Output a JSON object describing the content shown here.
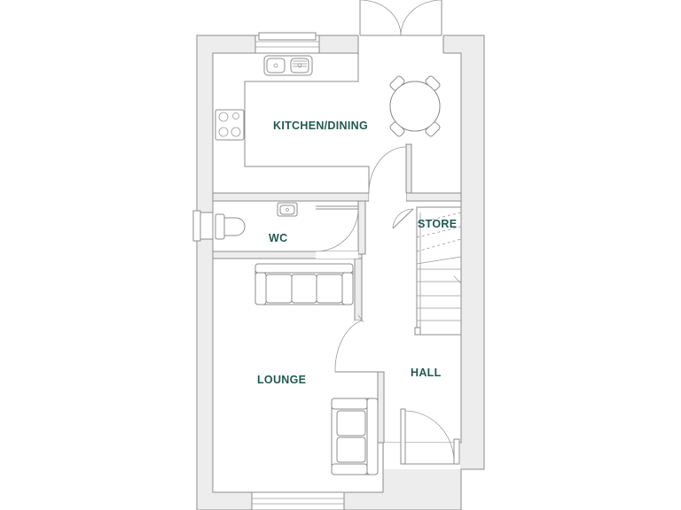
{
  "rooms": {
    "kitchen_dining": "KITCHEN/DINING",
    "wc": "WC",
    "store": "STORE",
    "lounge": "LOUNGE",
    "hall": "HALL"
  },
  "colors": {
    "label": "#1f5a4f",
    "wall_fill": "#ededed",
    "line": "#8c8c8c"
  },
  "icons": [
    "sink-icon",
    "hob-icon",
    "dining-table-icon",
    "toilet-icon",
    "basin-icon",
    "sofa-icon",
    "armchair-icon",
    "staircase-icon"
  ]
}
